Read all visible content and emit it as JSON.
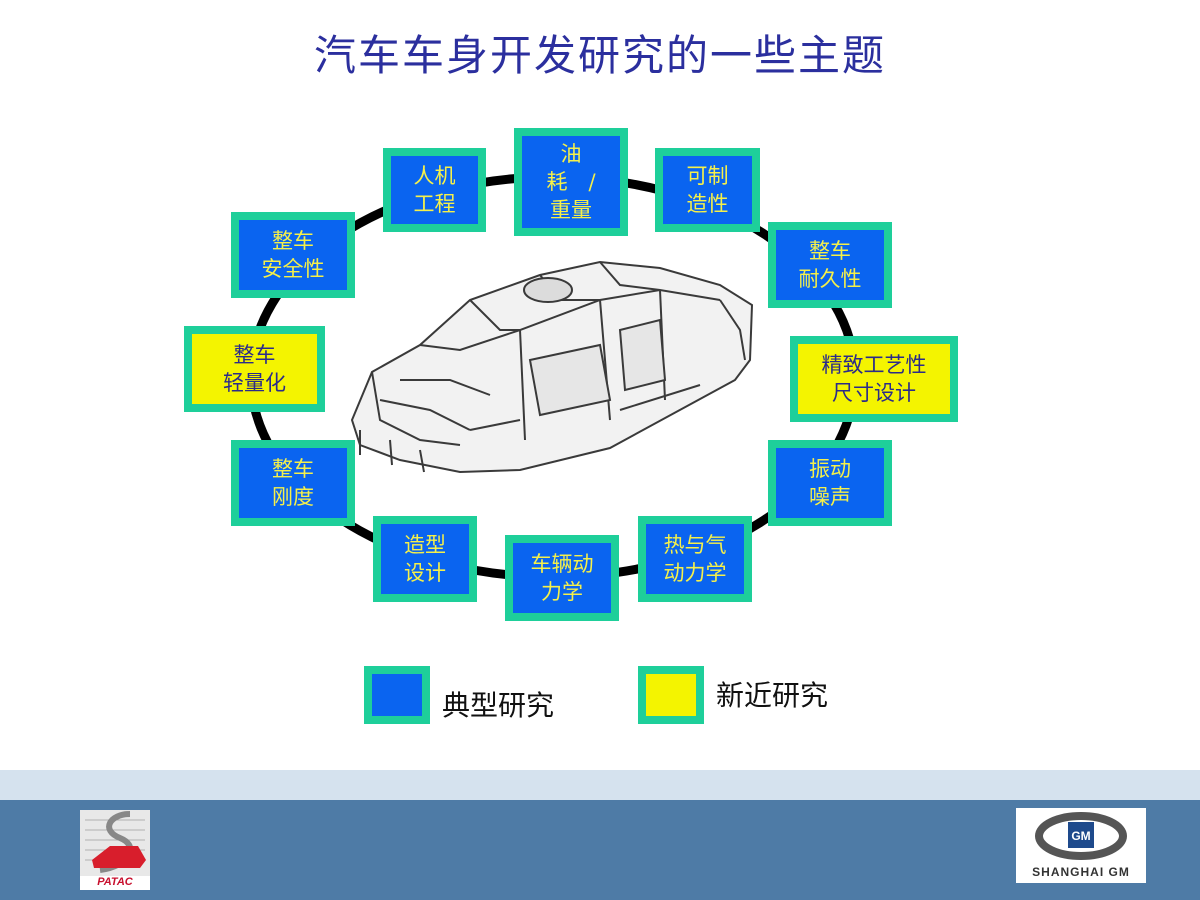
{
  "title": "汽车车身开发研究的一些主题",
  "topics": [
    {
      "id": "ergonomics",
      "label": "人机\n工程",
      "category": "typical"
    },
    {
      "id": "fuel-weight",
      "label": "油\n耗　/\n重量",
      "category": "typical"
    },
    {
      "id": "manufacturability",
      "label": "可制\n造性",
      "category": "typical"
    },
    {
      "id": "safety",
      "label": "整车\n安全性",
      "category": "typical"
    },
    {
      "id": "durability",
      "label": "整车\n耐久性",
      "category": "typical"
    },
    {
      "id": "lightweight",
      "label": "整车\n轻量化",
      "category": "recent"
    },
    {
      "id": "craftsmanship",
      "label": "精致工艺性\n尺寸设计",
      "category": "recent"
    },
    {
      "id": "stiffness",
      "label": "整车\n刚度",
      "category": "typical"
    },
    {
      "id": "nvh",
      "label": "振动\n噪声",
      "category": "typical"
    },
    {
      "id": "styling",
      "label": "造型\n设计",
      "category": "typical"
    },
    {
      "id": "vehicle-dynamics",
      "label": "车辆动\n力学",
      "category": "typical"
    },
    {
      "id": "thermal-aero",
      "label": "热与气\n动力学",
      "category": "typical"
    }
  ],
  "legend": {
    "typical": "典型研究",
    "recent": "新近研究"
  },
  "colors": {
    "typical_fill": "#0a64f0",
    "recent_fill": "#f4f400",
    "border": "#1ecf9a",
    "title": "#2b2f9e"
  },
  "logos": {
    "left": "PATAC",
    "right_text": "SHANGHAI GM",
    "right_badge": "GM"
  }
}
